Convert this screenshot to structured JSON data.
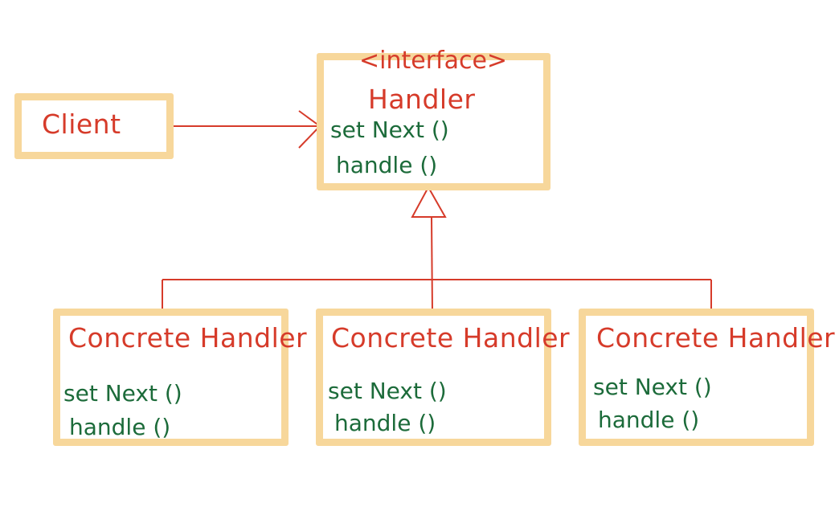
{
  "client": {
    "label": "Client"
  },
  "handler": {
    "stereotype": "<interface>",
    "name": "Handler",
    "methods": [
      "set Next ()",
      "handle ()"
    ]
  },
  "concrete": [
    {
      "name": "Concrete Handler",
      "methods": [
        "set Next ()",
        "handle ()"
      ]
    },
    {
      "name": "Concrete Handler",
      "methods": [
        "set Next ()",
        "handle ()"
      ]
    },
    {
      "name": "Concrete Handler",
      "methods": [
        "set Next ()",
        "handle ()"
      ]
    }
  ],
  "colors": {
    "box_border": "#f7d79b",
    "title_text": "#d63b2a",
    "method_text": "#1c6b3a",
    "connector": "#d63b2a"
  }
}
